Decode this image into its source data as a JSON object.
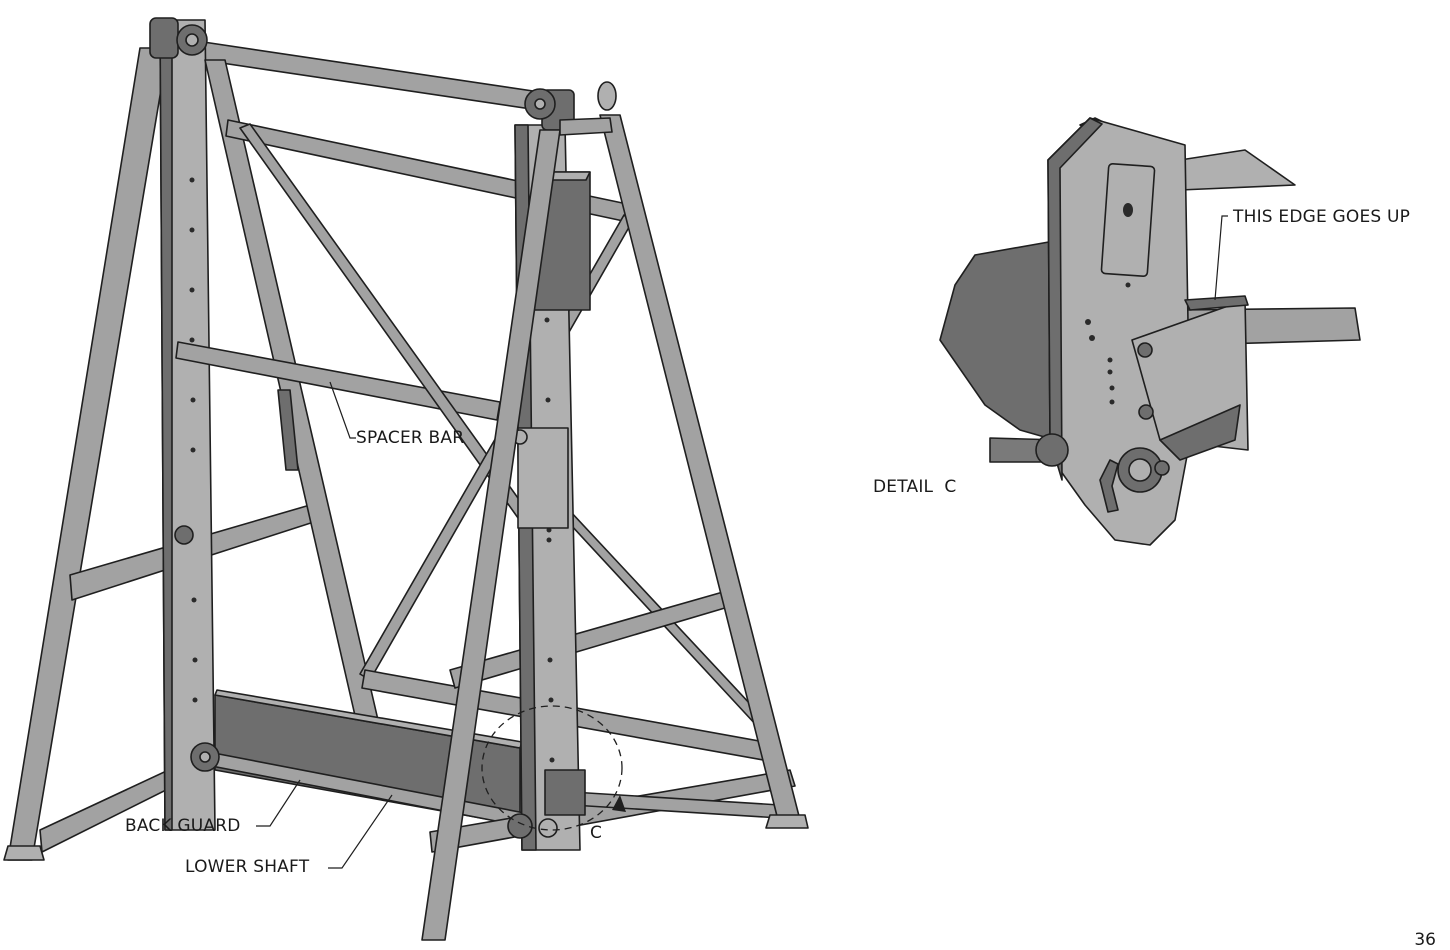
{
  "labels": {
    "spacer_bar": "SPACER BAR",
    "back_guard": "BACK GUARD",
    "lower_shaft": "LOWER SHAFT",
    "detail_ref": "C",
    "edge_note": "THIS EDGE GOES UP",
    "detail_title": "DETAIL  C"
  },
  "page_number": "36",
  "colors": {
    "metal_face": "#a4a4a4",
    "metal_dark": "#6b6b6b",
    "metal_light": "#c4c4c4",
    "outline": "#1f1f1f"
  }
}
